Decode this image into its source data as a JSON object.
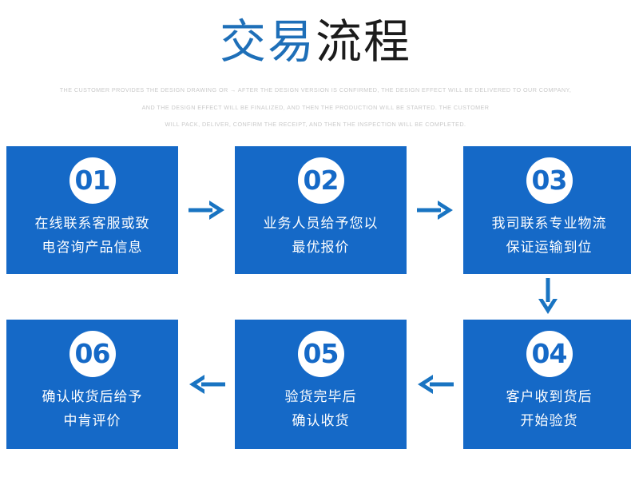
{
  "header": {
    "title_blue": "交易",
    "title_dark": "流程",
    "subtitle_lines": [
      "THE CUSTOMER PROVIDES THE DESIGN DRAWING OR → AFTER THE DESIGN VERSION IS CONFIRMED, THE DESIGN EFFECT WILL BE DELIVERED TO OUR COMPANY,",
      "AND THE DESIGN EFFECT WILL BE FINALIZED, AND THEN THE PRODUCTION WILL BE STARTED. THE CUSTOMER",
      "WILL PACK, DELIVER, CONFIRM THE RECEIPT, AND THEN THE INSPECTION WILL BE COMPLETED."
    ]
  },
  "colors": {
    "card_blue": "#1569c7",
    "title_blue": "#1e6fb8",
    "title_dark": "#1b1b1b",
    "arrow_blue": "#1974c2",
    "subtitle_gray": "#c9c9c9"
  },
  "steps": [
    {
      "number": "01",
      "line1": "在线联系客服或致",
      "line2": "电咨询产品信息"
    },
    {
      "number": "02",
      "line1": "业务人员给予您以",
      "line2": "最优报价"
    },
    {
      "number": "03",
      "line1": "我司联系专业物流",
      "line2": "保证运输到位"
    },
    {
      "number": "04",
      "line1": "客户收到货后",
      "line2": "开始验货"
    },
    {
      "number": "05",
      "line1": "验货完毕后",
      "line2": "确认收货"
    },
    {
      "number": "06",
      "line1": "确认收货后给予",
      "line2": "中肯评价"
    }
  ],
  "arrows": [
    {
      "name": "arrow-right-01-02",
      "direction": "right"
    },
    {
      "name": "arrow-right-02-03",
      "direction": "right"
    },
    {
      "name": "arrow-down-03-04",
      "direction": "down"
    },
    {
      "name": "arrow-left-04-05",
      "direction": "left"
    },
    {
      "name": "arrow-left-05-06",
      "direction": "left"
    }
  ]
}
